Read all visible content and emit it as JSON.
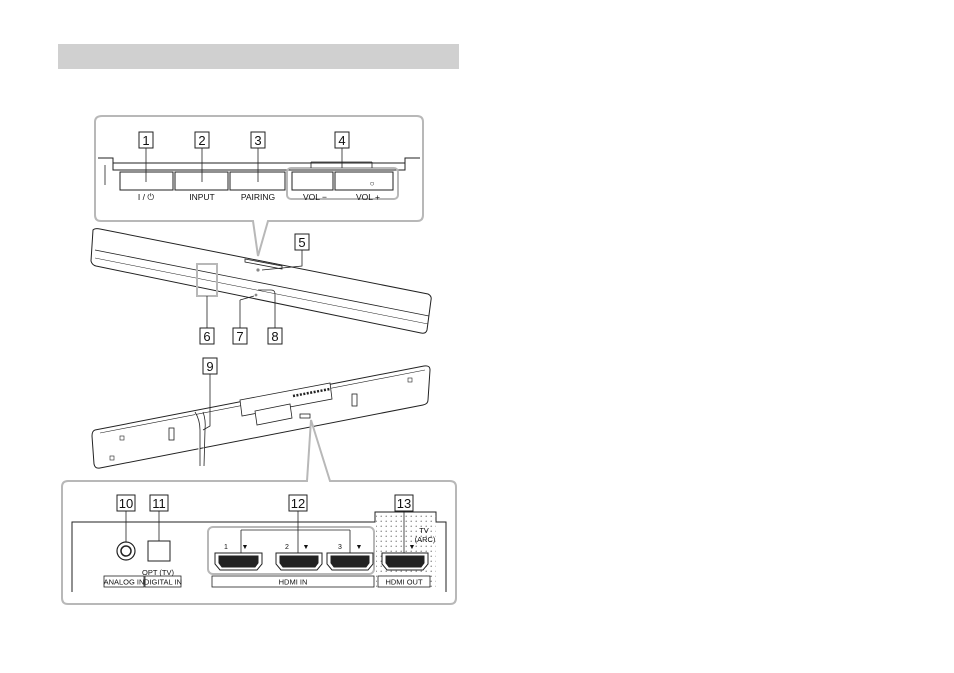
{
  "header": {
    "title": ""
  },
  "colors": {
    "header_bg": "#d0d0d0",
    "outline": "#222222",
    "callout_border": "#b8b8b8"
  },
  "callouts": [
    "1",
    "2",
    "3",
    "4",
    "5",
    "6",
    "7",
    "8",
    "9",
    "10",
    "11",
    "12",
    "13"
  ],
  "top_panel": {
    "buttons": [
      "I / ⏻",
      "INPUT",
      "PAIRING",
      "VOL  −",
      "VOL  +"
    ],
    "vol_plus_dot": "○"
  },
  "rear_panel": {
    "analog_label": "ANALOG IN",
    "opt_label": "OPT (TV)",
    "digital_label": "DIGITAL IN",
    "hdmi_in_numbers": [
      "1",
      "2",
      "3"
    ],
    "hdmi_arrow": "▼",
    "hdmi_in_label": "HDMI IN",
    "tv_label": "TV",
    "arc_label": "(ARC)",
    "hdmi_out_label": "HDMI OUT"
  }
}
